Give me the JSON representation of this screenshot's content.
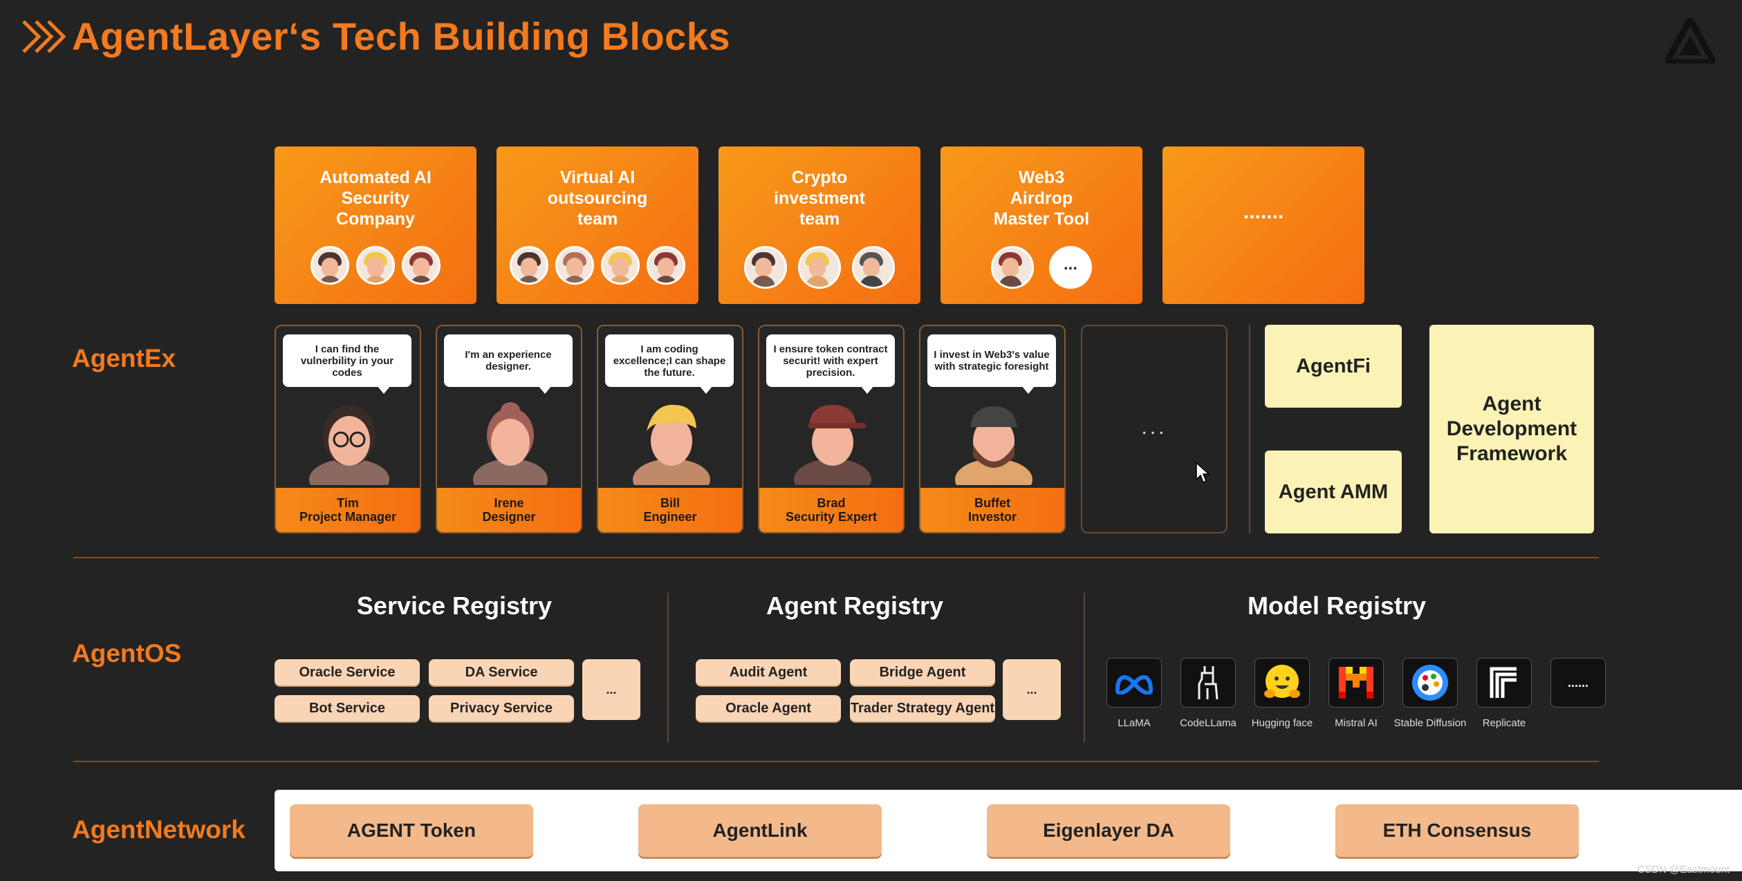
{
  "header": {
    "title": "AgentLayer‘s Tech Building Blocks"
  },
  "layers": {
    "agentex": "AgentEx",
    "agentos": "AgentOS",
    "agentnetwork": "AgentNetwork"
  },
  "teams": [
    {
      "name": "Automated AI\nSecurity\nCompany"
    },
    {
      "name": "Virtual AI\noutsourcing\nteam"
    },
    {
      "name": "Crypto\ninvestment\nteam"
    },
    {
      "name": "Web3\nAirdrop\nMaster Tool"
    },
    {
      "name": "......."
    }
  ],
  "team_more_label": "...",
  "personas": [
    {
      "quote": "I can find the vulnerbility in your codes",
      "name": "Tim",
      "role": "Project Manager"
    },
    {
      "quote": "I'm an experience designer.",
      "name": "Irene",
      "role": "Designer"
    },
    {
      "quote": "I am coding excellence;I can shape the future.",
      "name": "Bill",
      "role": "Engineer"
    },
    {
      "quote": "I ensure token contract securit! with expert precision.",
      "name": "Brad",
      "role": "Security Expert"
    },
    {
      "quote": "I invest in Web3's value with strategic foresight",
      "name": "Buffet",
      "role": "Investor"
    }
  ],
  "persona_more": "...",
  "agentfi": "AgentFi",
  "agent_amm": "Agent AMM",
  "agent_dev_framework": "Agent Development Framework",
  "service_registry": {
    "title": "Service Registry",
    "items": [
      "Oracle Service",
      "DA Service",
      "Bot Service",
      "Privacy Service"
    ],
    "more": "..."
  },
  "agent_registry": {
    "title": "Agent Registry",
    "items": [
      "Audit Agent",
      "Bridge Agent",
      "Oracle Agent",
      "Trader Strategy Agent"
    ],
    "more": "..."
  },
  "model_registry": {
    "title": "Model Registry",
    "models": [
      {
        "name": "LLaMA",
        "icon": "meta-icon"
      },
      {
        "name": "CodeLLama",
        "icon": "llama-icon"
      },
      {
        "name": "Hugging face",
        "icon": "hugging-face-icon"
      },
      {
        "name": "Mistral AI",
        "icon": "mistral-icon"
      },
      {
        "name": "Stable Diffusion",
        "icon": "palette-icon"
      },
      {
        "name": "Replicate",
        "icon": "replicate-icon"
      },
      {
        "name": "",
        "icon": "more-icon"
      }
    ],
    "more_glyph": "......"
  },
  "network": {
    "items": [
      "AGENT Token",
      "AgentLink",
      "Eigenlayer DA",
      "ETH Consensus"
    ]
  },
  "watermark": "CSDN @Eastmount",
  "colors": {
    "background": "#232323",
    "accent_orange": "#F37A1F",
    "card_yellow": "#FBF2B5",
    "pill_peach": "#FAD5B5"
  }
}
